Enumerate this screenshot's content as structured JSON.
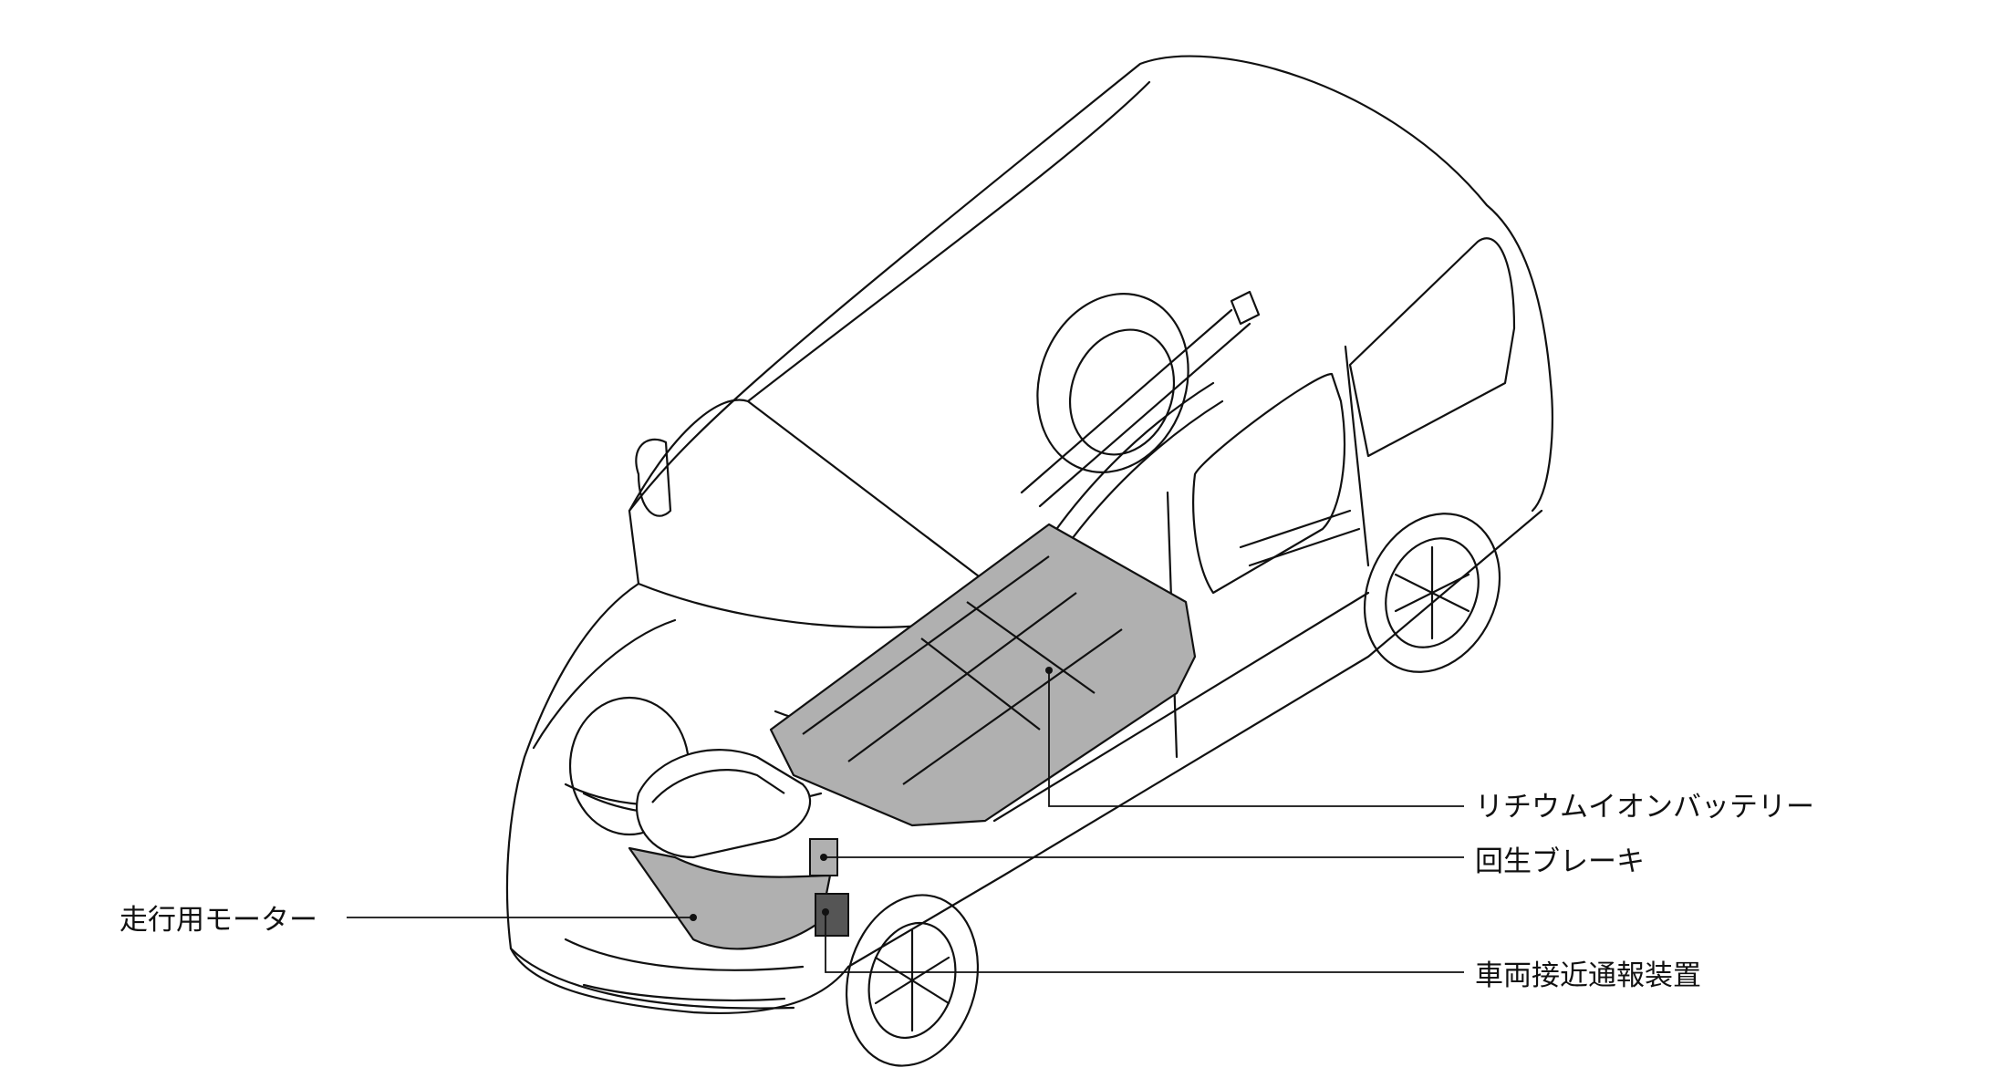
{
  "labels": {
    "battery": "リチウムイオンバッテリー",
    "regen_brake": "回生ブレーキ",
    "motor": "走行用モーター",
    "approach_alert": "車両接近通報装置"
  },
  "colors": {
    "line": "#111111",
    "fill_component": "#b0b0b0",
    "background": "#ffffff"
  }
}
